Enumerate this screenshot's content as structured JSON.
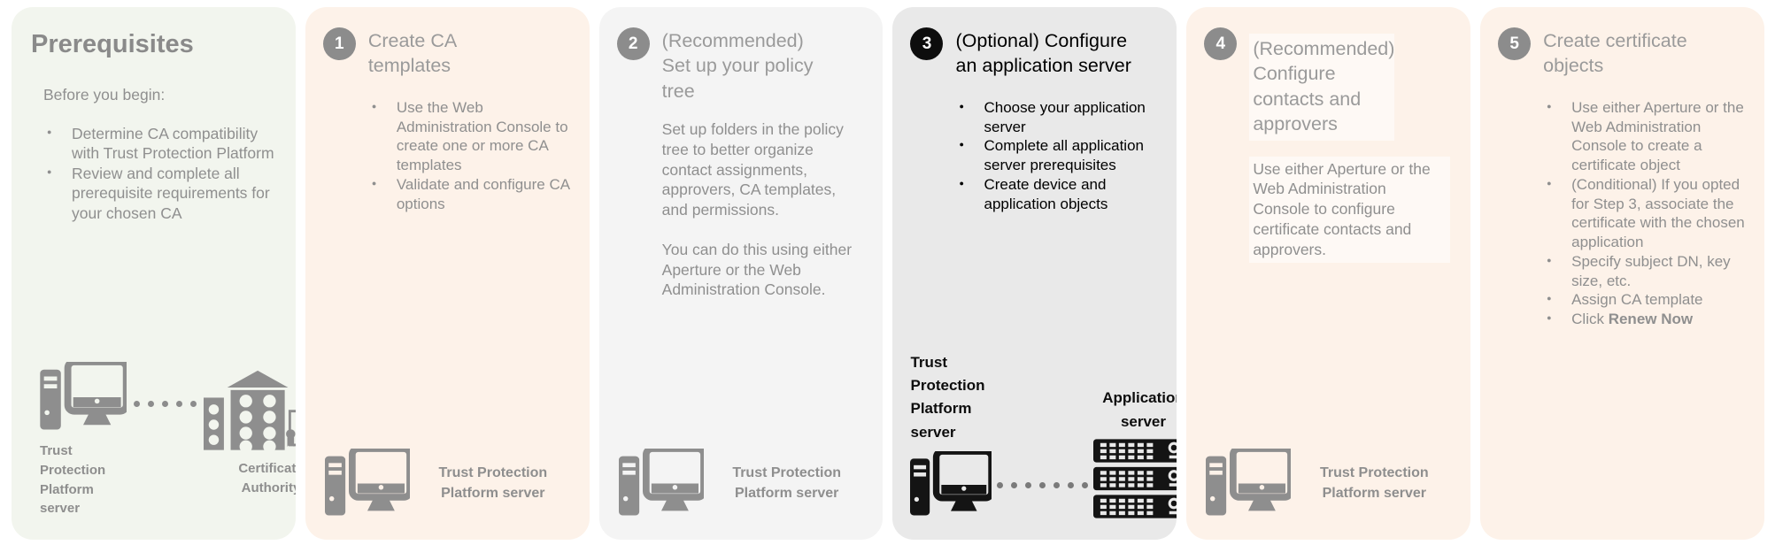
{
  "colors": {
    "prereq_bg": "#f2f5ee",
    "peach_bg": "#fdf2e9",
    "gray_bg": "#f4f4f4",
    "active_bg": "#e9e9e9",
    "text_gray": "#8f8f8f",
    "badge_gray": "#8c8c8c",
    "active_black": "#0d0d0d"
  },
  "panels": {
    "prerequisites": {
      "title": "Prerequisites",
      "intro": "Before you begin:",
      "bullets": [
        "Determine CA compatibility with Trust Protection Platform",
        "Review and complete all prerequisite requirements for your chosen CA"
      ],
      "server_label": "Trust Protection Platform server",
      "ca_label": "Certificate Authority"
    },
    "step1": {
      "number": "1",
      "title": "Create CA templates",
      "bullets": [
        "Use the Web Administration Console to create one or more CA templates",
        "Validate and configure CA options"
      ],
      "server_label": "Trust Protection Platform server"
    },
    "step2": {
      "number": "2",
      "title": "(Recommended) Set up your policy tree",
      "paragraphs": [
        "Set up folders in the policy tree to better organize contact assignments, approvers, CA templates, and permissions.",
        "You can do this using either Aperture or the Web Administration Console."
      ],
      "server_label": "Trust Protection Platform server"
    },
    "step3": {
      "number": "3",
      "title": "(Optional) Configure an application server",
      "bullets": [
        "Choose your application server",
        "Complete all application server prerequisites",
        "Create device and application objects"
      ],
      "server_label": "Trust Protection Platform server",
      "app_label": "Application server"
    },
    "step4": {
      "number": "4",
      "title": "(Recommended) Configure contacts and approvers",
      "paragraph": "Use either Aperture or the Web Administration Console to configure certificate contacts and approvers.",
      "server_label": "Trust Protection Platform server"
    },
    "step5": {
      "number": "5",
      "title": "Create certificate objects",
      "bullets": [
        "Use either Aperture or the Web Administration Console to create a certificate object",
        "(Conditional) If you opted for Step 3, associate the certificate with the chosen application",
        "Specify subject DN, key size, etc.",
        "Assign CA template"
      ],
      "last_prefix": "Click ",
      "last_bold": "Renew Now"
    }
  }
}
